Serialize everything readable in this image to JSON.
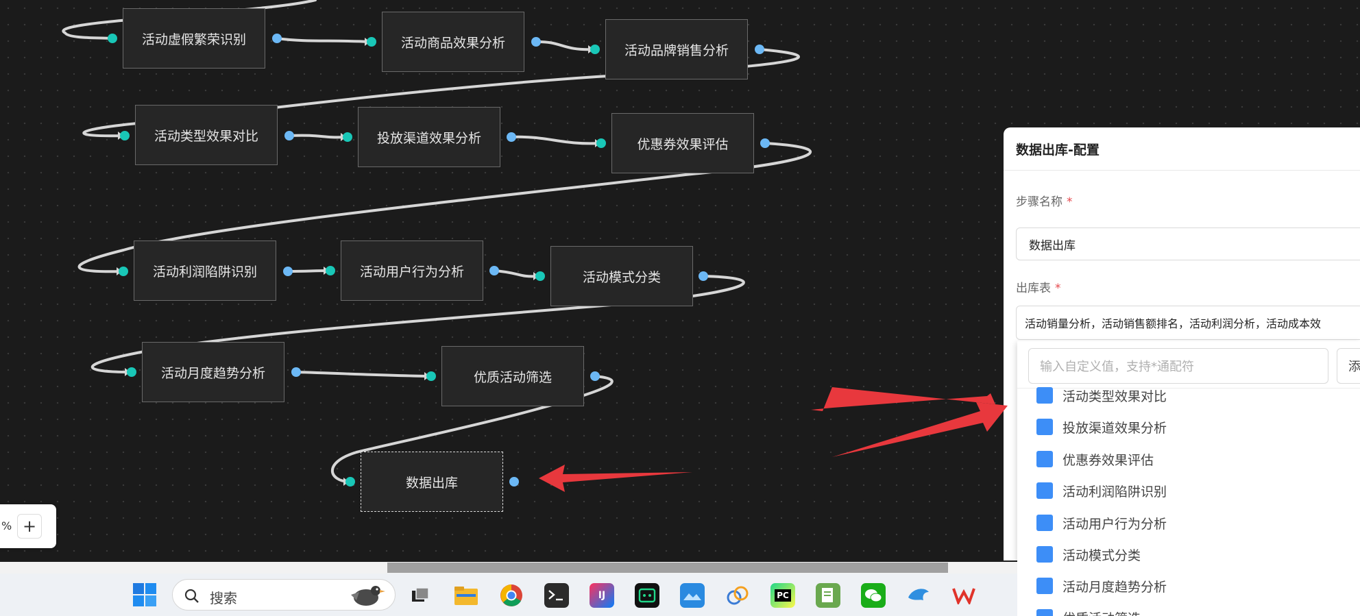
{
  "canvas": {
    "nodes": [
      {
        "id": "n1",
        "label": "活动虚假繁荣识别"
      },
      {
        "id": "n2",
        "label": "活动商品效果分析"
      },
      {
        "id": "n3",
        "label": "活动品牌销售分析"
      },
      {
        "id": "n4",
        "label": "活动类型效果对比"
      },
      {
        "id": "n5",
        "label": "投放渠道效果分析"
      },
      {
        "id": "n6",
        "label": "优惠券效果评估"
      },
      {
        "id": "n7",
        "label": "活动利润陷阱识别"
      },
      {
        "id": "n8",
        "label": "活动用户行为分析"
      },
      {
        "id": "n9",
        "label": "活动模式分类"
      },
      {
        "id": "n10",
        "label": "活动月度趋势分析"
      },
      {
        "id": "n11",
        "label": "优质活动筛选"
      },
      {
        "id": "n12",
        "label": "数据出库"
      }
    ],
    "zoom": {
      "percent_label": "%",
      "plus_label": "+"
    }
  },
  "panel": {
    "title": "数据出库-配置",
    "step_name_label": "步骤名称",
    "step_name_value": "数据出库",
    "output_table_label": "出库表",
    "output_table_value": "活动销量分析，活动销售额排名，活动利润分析，活动成本效",
    "required_mark": "*"
  },
  "dropdown": {
    "custom_placeholder": "输入自定义值，支持*通配符",
    "add_label": "添",
    "options": [
      {
        "label": "活动类型效果对比",
        "checked": true
      },
      {
        "label": "投放渠道效果分析",
        "checked": true
      },
      {
        "label": "优惠券效果评估",
        "checked": true
      },
      {
        "label": "活动利润陷阱识别",
        "checked": true
      },
      {
        "label": "活动用户行为分析",
        "checked": true
      },
      {
        "label": "活动模式分类",
        "checked": true
      },
      {
        "label": "活动月度趋势分析",
        "checked": true
      },
      {
        "label": "优质活动筛选",
        "checked": true
      }
    ]
  },
  "taskbar": {
    "search_label": "搜索",
    "icons": [
      "task-view-icon",
      "file-explorer-icon",
      "chrome-icon",
      "terminal-icon",
      "intellij-icon",
      "code-app-icon",
      "image-viewer-icon",
      "link-app-icon",
      "pycharm-icon",
      "notepad-icon",
      "wechat-icon",
      "dolphin-app-icon",
      "wps-icon"
    ],
    "intellij_text": "IJ",
    "pycharm_text": "PC"
  },
  "colors": {
    "accent": "#3d8ef7",
    "port_in": "#19c7b7",
    "port_out": "#6cb8f5",
    "arrow": "#e8383d"
  }
}
